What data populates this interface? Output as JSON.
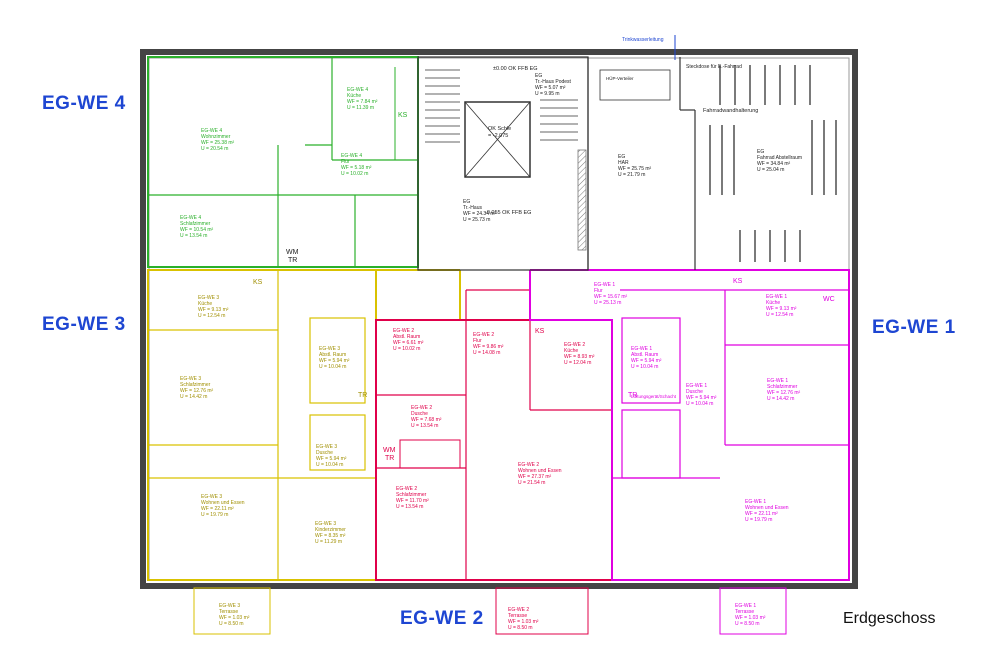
{
  "units": {
    "we4": "EG-WE 4",
    "we3": "EG-WE 3",
    "we2": "EG-WE 2",
    "we1": "EG-WE 1"
  },
  "floor": "Erdgeschoss",
  "colors": {
    "we4": "#2bb02b",
    "we3": "#d9c200",
    "we2": "#e0004a",
    "we1": "#e000e0",
    "walls": "#555555",
    "label": "#1e46d2"
  },
  "rooms": {
    "we4_kueche": [
      "EG-WE 4",
      "Küche",
      "WF = 7.84 m²",
      "U = 11.39 m"
    ],
    "we4_wohn": [
      "EG-WE 4",
      "Wohnzimmer",
      "WF = 25.38 m²",
      "U = 20.54 m"
    ],
    "we4_flur": [
      "EG-WE 4",
      "Flur",
      "WF = 5.18 m²",
      "U = 10.02 m"
    ],
    "we4_schlaf": [
      "EG-WE 4",
      "Schlafzimmer",
      "WF = 10.54 m²",
      "U = 13.54 m"
    ],
    "th_podest": [
      "EG",
      "Tr.-Haus Podest",
      "WF = 5.07 m²",
      "U = 9.95 m"
    ],
    "th_haus": [
      "EG",
      "Tr.-Haus",
      "WF = 24.34 m²",
      "U = 25.73 m"
    ],
    "har": [
      "EG",
      "HAR",
      "WF = 25.75 m²",
      "U = 21.79 m"
    ],
    "fahrrad": [
      "EG",
      "Fahrrad Abstellraum",
      "WF = 34.84 m²",
      "U = 25.04 m"
    ],
    "we3_kueche": [
      "EG-WE 3",
      "Küche",
      "WF = 9.13 m²",
      "U = 12.54 m"
    ],
    "we3_schlaf": [
      "EG-WE 3",
      "Schlafzimmer",
      "WF = 12.76 m²",
      "U = 14.42 m"
    ],
    "we3_abst": [
      "EG-WE 3",
      "Abstl. Raum",
      "WF = 5.94 m²",
      "U = 10.04 m"
    ],
    "we3_dusche": [
      "EG-WE 3",
      "Dusche",
      "WF = 5.94 m²",
      "U = 10.04 m"
    ],
    "we3_wohn": [
      "EG-WE 3",
      "Wohnen und Essen",
      "WF = 22.11 m²",
      "U = 19.79 m"
    ],
    "we3_kind": [
      "EG-WE 3",
      "Kinderzimmer",
      "WF = 8.35 m²",
      "U = 11.29 m"
    ],
    "we2_abst": [
      "EG-WE 2",
      "Abstl. Raum",
      "WF = 6.61 m²",
      "U = 10.02 m"
    ],
    "we2_flur": [
      "EG-WE 2",
      "Flur",
      "WF = 9.86 m²",
      "U = 14.08 m"
    ],
    "we2_kueche": [
      "EG-WE 2",
      "Küche",
      "WF = 8.93 m²",
      "U = 12.04 m"
    ],
    "we2_dusche": [
      "EG-WE 2",
      "Dusche",
      "WF = 7.68 m²",
      "U = 13.54 m"
    ],
    "we2_wohn": [
      "EG-WE 2",
      "Wohnen und Essen",
      "WF = 27.37 m²",
      "U = 21.54 m"
    ],
    "we2_schlaf": [
      "EG-WE 2",
      "Schlafzimmer",
      "WF = 11.70 m²",
      "U = 13.54 m"
    ],
    "we1_flur": [
      "EG-WE 1",
      "Flur",
      "WF = 15.67 m²",
      "U = 25.13 m"
    ],
    "we1_kueche": [
      "EG-WE 1",
      "Küche",
      "WF = 9.13 m²",
      "U = 12.54 m"
    ],
    "we1_abst": [
      "EG-WE 1",
      "Abstl. Raum",
      "WF = 5.94 m²",
      "U = 10.04 m"
    ],
    "we1_dusche": [
      "EG-WE 1",
      "Dusche",
      "WF = 5.94 m²",
      "U = 10.04 m"
    ],
    "we1_schlaf": [
      "EG-WE 1",
      "Schlafzimmer",
      "WF = 12.76 m²",
      "U = 14.42 m"
    ],
    "we1_wohn": [
      "EG-WE 1",
      "Wohnen und Essen",
      "WF = 22.11 m²",
      "U = 19.79 m"
    ],
    "ter3": [
      "EG-WE 3",
      "Terrasse",
      "WF = 1.03 m²",
      "U = 8.50 m"
    ],
    "ter2": [
      "EG-WE 2",
      "Terrasse",
      "WF = 1.03 m²",
      "U = 8.50 m"
    ],
    "ter1": [
      "EG-WE 1",
      "Terrasse",
      "WF = 1.03 m²",
      "U = 8.50 m"
    ]
  },
  "notes": {
    "ok_ffb_top": "±0.00 OK FFB EG",
    "ok_ffb_low": "-0.055 OK FFB EG",
    "ok_schle": "OK Schle",
    "ok_schle_val": "= -2.075",
    "trinkwasser": "Trinkwasserleitung",
    "fahrradwand": "Fahrradwandhalterung",
    "steckdose": "Steckdose für E.-Fahrrad",
    "hupverteiler": "HÜP-Verteiler",
    "ks": "KS",
    "wm": "WM",
    "tr": "TR",
    "wc": "WC",
    "lueftung": "Lüftungsgerät/Schacht"
  }
}
